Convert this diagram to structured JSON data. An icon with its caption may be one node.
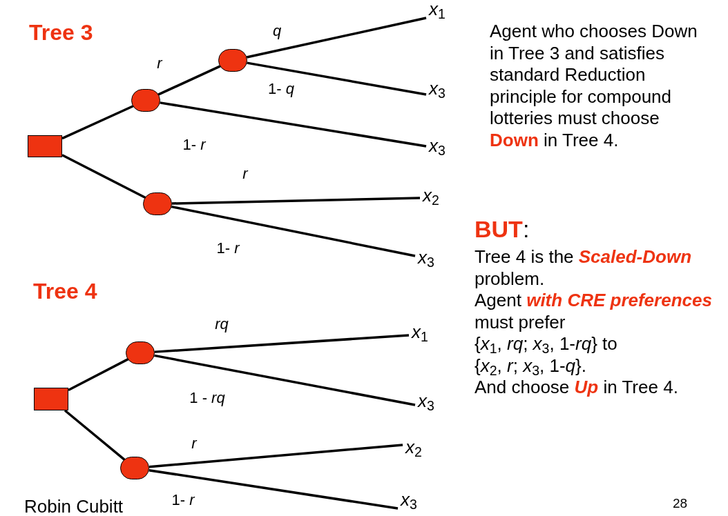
{
  "diagram": {
    "nodes": [
      {
        "text": [],
        "shape": "box"
      },
      {
        "text": [],
        "shape": "circle"
      },
      {
        "text": [],
        "shape": "circle"
      },
      {
        "text": [],
        "shape": "circle"
      },
      {
        "text": [
          "*x*$_{1}$"
        ]
      },
      {
        "text": [
          "*x*$_{3}$"
        ]
      },
      {
        "text": [
          "*x*$_{3}$"
        ]
      },
      {
        "text": [
          "*x*$_{2}$"
        ]
      },
      {
        "text": [
          "*x*$_{3}$"
        ]
      },
      {
        "text": [],
        "shape": "box"
      },
      {
        "text": [],
        "shape": "circle"
      },
      {
        "text": [],
        "shape": "circle"
      },
      {
        "text": [
          "*x*$_{1}$"
        ]
      },
      {
        "text": [
          "*x*$_{3}$"
        ]
      },
      {
        "text": [
          "*x*$_{2}$"
        ]
      },
      {
        "text": [
          "*x*$_{3}$"
        ]
      }
    ],
    "edges": [
      {
        "from": 0,
        "to": 1,
        "arrow": "none"
      },
      {
        "from": 0,
        "to": 3,
        "arrow": "none"
      },
      {
        "from": 1,
        "to": 2,
        "arrow": "none",
        "label": "r"
      },
      {
        "from": 1,
        "to": 6,
        "arrow": "none",
        "label": "1- *r*"
      },
      {
        "from": 2,
        "to": 4,
        "arrow": "none",
        "label": "q"
      },
      {
        "from": 2,
        "to": 5,
        "arrow": "none",
        "label": "1- *q*"
      },
      {
        "from": 3,
        "to": 7,
        "arrow": "none",
        "label": "r"
      },
      {
        "from": 3,
        "to": 8,
        "arrow": "none",
        "label": "1- *r*"
      },
      {
        "from": 9,
        "to": 10,
        "arrow": "none"
      },
      {
        "from": 9,
        "to": 11,
        "arrow": "none"
      },
      {
        "from": 10,
        "to": 12,
        "arrow": "none",
        "label": "rq"
      },
      {
        "from": 10,
        "to": 13,
        "arrow": "none",
        "label": "1 - *rq*"
      },
      {
        "from": 11,
        "to": 14,
        "arrow": "none",
        "label": "r"
      },
      {
        "from": 11,
        "to": 15,
        "arrow": "none",
        "label": "1- *r*"
      }
    ],
    "labels": [
      "Tree 3",
      "Agent who chooses Down in Tree 3 and satisfies standard Reduction principle for compound lotteries must choose **Down** in Tree 4.",
      "**BUT**:",
      "Tree 4 is the **Scaled-Down** problem.",
      "Tree 4",
      "Agent **with CRE preferences** must prefer",
      "{*x*$_{1}$, *rq*; *x*$_{3}$, 1-*rq*} to",
      "{*x*$_{2}$, *r*; *x*$_{3}$, 1-*q*}.",
      "And choose **Up** in Tree 4.",
      "Robin Cubitt",
      "28"
    ]
  }
}
